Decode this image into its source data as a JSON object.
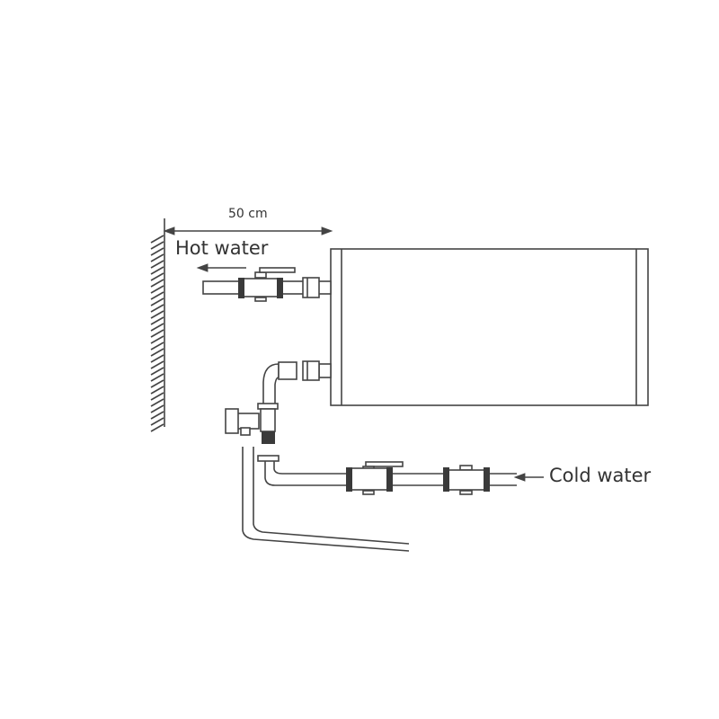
{
  "labels": {
    "dimension": "50 cm",
    "hot_water": "Hot water",
    "cold_water": "Cold water"
  },
  "colors": {
    "line": "#444444",
    "background": "#ffffff"
  }
}
